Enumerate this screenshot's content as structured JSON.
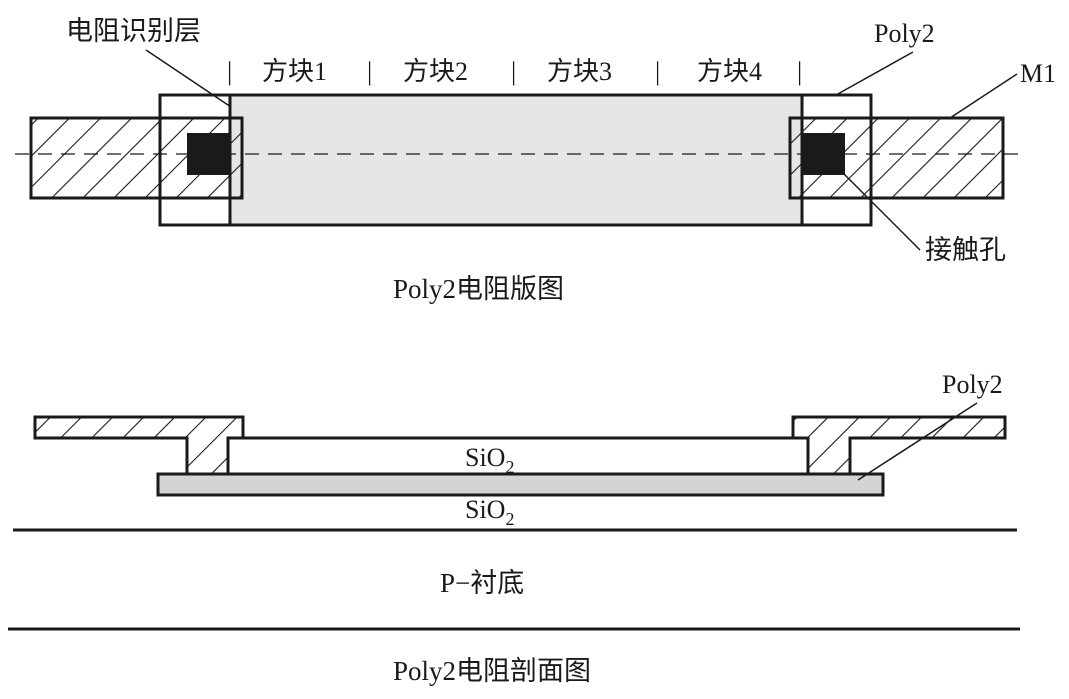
{
  "layout_view": {
    "caption": "Poly2电阻版图",
    "labels": {
      "resistor_id_layer": "电阻识别层",
      "poly2": "Poly2",
      "m1": "M1",
      "contact": "接触孔"
    },
    "squares": [
      "方块1",
      "方块2",
      "方块3",
      "方块4"
    ],
    "separator": "|"
  },
  "cross_section": {
    "caption": "Poly2电阻剖面图",
    "labels": {
      "poly2": "Poly2",
      "sio2_top": "SiO",
      "sio2_top_sub": "2",
      "sio2_bottom": "SiO",
      "sio2_bottom_sub": "2",
      "substrate": "P−衬底"
    }
  },
  "colors": {
    "stroke": "#1a1a1a",
    "resistor_fill": "#e6e6e6",
    "poly2_strip_fill": "#d4d4d4",
    "contact_fill": "#1a1a1a",
    "background": "#ffffff"
  }
}
